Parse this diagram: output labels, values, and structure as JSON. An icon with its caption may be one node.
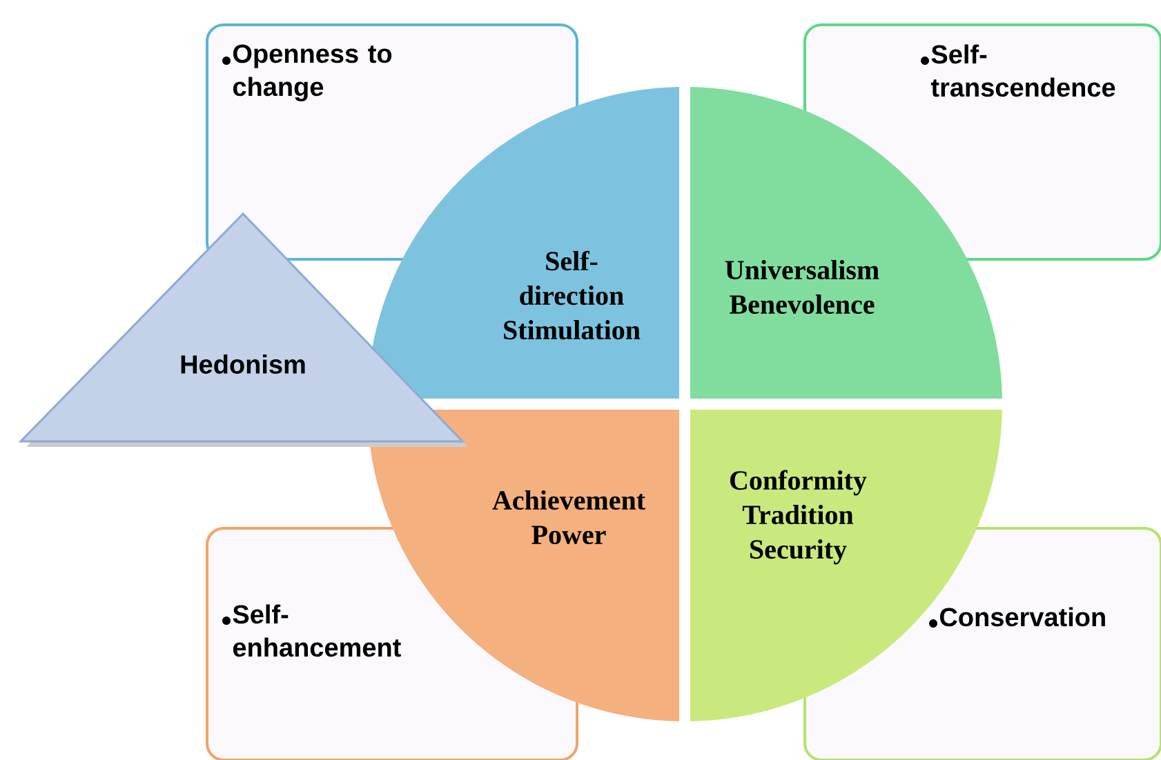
{
  "diagram": {
    "nodes": [
      {
        "text": [
          "Openness to change"
        ]
      },
      {
        "text": [
          "Self-transcendence"
        ]
      },
      {
        "text": [
          "Self-enhancement"
        ]
      },
      {
        "text": [
          "Conservation"
        ]
      },
      {
        "text": [
          "Self-direction Stimulation"
        ]
      },
      {
        "text": [
          "Universalism Benevolence"
        ]
      },
      {
        "text": [
          "Achievement Power"
        ]
      },
      {
        "text": [
          "Conformity Tradition Security"
        ]
      },
      {
        "text": [
          "Hedonism"
        ]
      }
    ]
  }
}
